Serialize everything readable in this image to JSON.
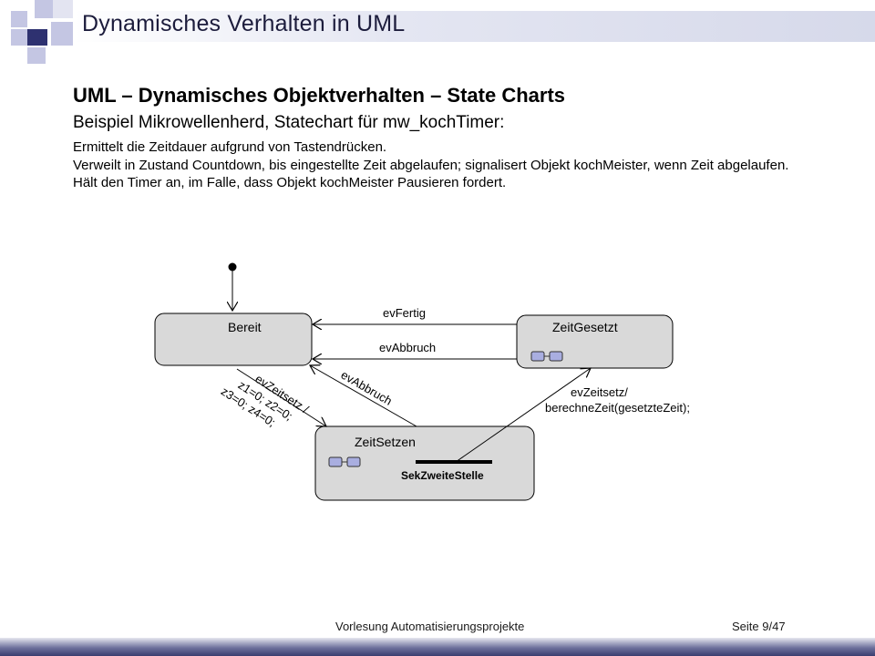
{
  "header": {
    "title": "Dynamisches Verhalten in UML"
  },
  "slide": {
    "title": "UML – Dynamisches Objektverhalten – State Charts",
    "subtitle": "Beispiel Mikrowellenherd, Statechart für mw_kochTimer:",
    "description": [
      "Ermittelt die Zeitdauer aufgrund von Tastendrücken.",
      "Verweilt in Zustand Countdown, bis eingestellte Zeit abgelaufen; signalisert Objekt kochMeister, wenn Zeit abgelaufen.",
      "Hält den Timer an, im Falle, dass Objekt kochMeister Pausieren fordert."
    ]
  },
  "diagram": {
    "states": {
      "bereit": "Bereit",
      "zeit_gesetzt": "ZeitGesetzt",
      "zeit_setzen": "ZeitSetzen",
      "sub_state": "SekZweiteStelle"
    },
    "transitions": {
      "ev_fertig": "evFertig",
      "ev_abbruch_top": "evAbbruch",
      "ev_abbruch_diag": "evAbbruch",
      "ev_zeitsetz_line1": "evZeitsetz /",
      "ev_zeitsetz_line2": "z1=0; z2=0;",
      "ev_zeitsetz_line3": "z3=0; z4=0;",
      "ev_zeitsetz2_line1": "evZeitsetz/",
      "ev_zeitsetz2_line2": "berechneZeit(gesetzteZeit);"
    },
    "colors": {
      "state_fill": "#d9d9d9",
      "icon_fill": "#a9aee0"
    }
  },
  "footer": {
    "course": "Vorlesung Automatisierungsprojekte",
    "page": "Seite 9/47"
  }
}
